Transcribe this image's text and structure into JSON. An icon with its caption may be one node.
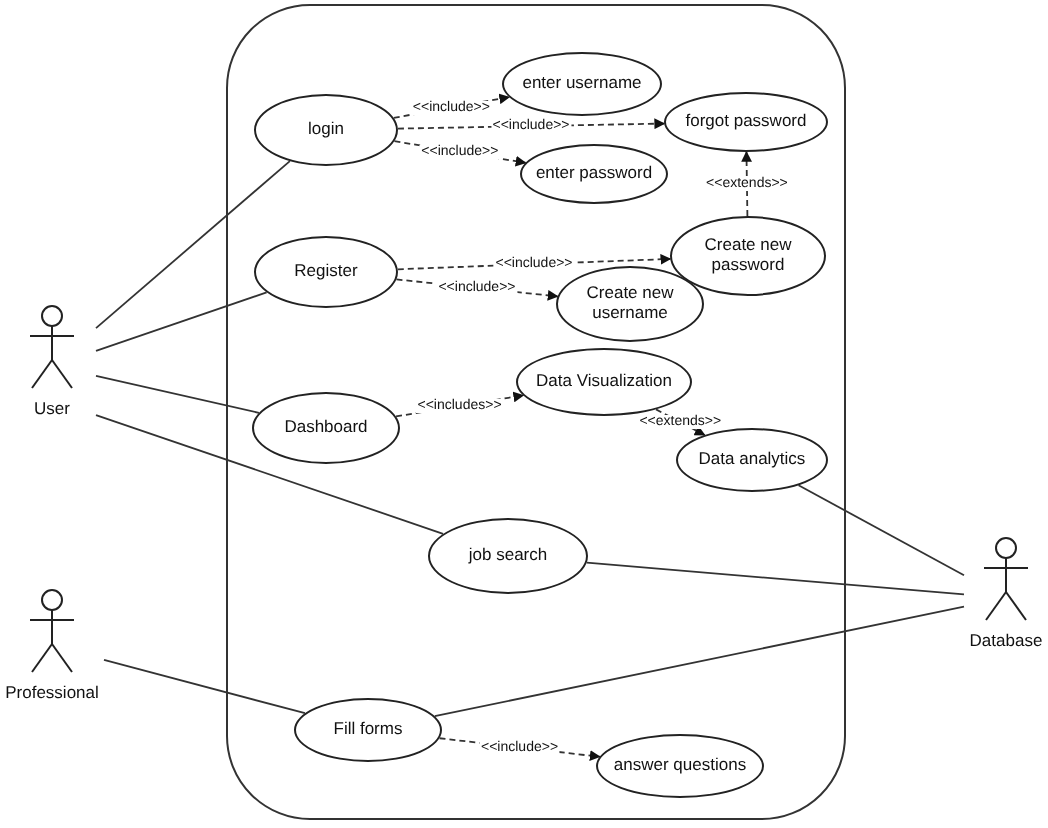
{
  "diagram": {
    "nodes": [
      {
        "text": [],
        "shape": "box"
      },
      {
        "text": [
          "login"
        ],
        "in": 0
      },
      {
        "text": [
          "enter username"
        ],
        "in": 0
      },
      {
        "text": [
          "forgot password"
        ],
        "in": 0
      },
      {
        "text": [
          "enter password"
        ],
        "in": 0
      },
      {
        "text": [
          "Register"
        ],
        "in": 0
      },
      {
        "text": [
          "Create new password"
        ],
        "in": 0
      },
      {
        "text": [
          "Create new username"
        ],
        "in": 0
      },
      {
        "text": [
          "Dashboard"
        ],
        "in": 0
      },
      {
        "text": [
          "Data Visualization"
        ],
        "in": 0
      },
      {
        "text": [
          "Data analytics"
        ],
        "in": 0
      },
      {
        "text": [
          "job search"
        ],
        "in": 0
      },
      {
        "text": [
          "Fill forms"
        ],
        "in": 0
      },
      {
        "text": [
          "answer questions"
        ],
        "in": 0
      },
      {
        "text": [
          "User"
        ]
      },
      {
        "text": [
          "Professional"
        ]
      },
      {
        "text": [
          "Database"
        ]
      }
    ],
    "edges": [
      {
        "from": 14,
        "to": 1,
        "arrow": "none"
      },
      {
        "from": 14,
        "to": 5,
        "arrow": "none"
      },
      {
        "from": 14,
        "to": 8,
        "arrow": "none"
      },
      {
        "from": 14,
        "to": 11,
        "arrow": "none"
      },
      {
        "from": 15,
        "to": 12,
        "arrow": "none"
      },
      {
        "from": 10,
        "to": 16,
        "arrow": "none"
      },
      {
        "from": 11,
        "to": 16,
        "arrow": "none"
      },
      {
        "from": 12,
        "to": 16,
        "arrow": "none"
      },
      {
        "from": 1,
        "to": 2,
        "arrow": "to",
        "style": "dashed",
        "label": "<<include>>"
      },
      {
        "from": 1,
        "to": 3,
        "arrow": "to",
        "style": "dashed",
        "label": "<<include>>"
      },
      {
        "from": 1,
        "to": 4,
        "arrow": "to",
        "style": "dashed",
        "label": "<<include>>"
      },
      {
        "from": 5,
        "to": 6,
        "arrow": "to",
        "style": "dashed",
        "label": "<<include>>"
      },
      {
        "from": 5,
        "to": 7,
        "arrow": "to",
        "style": "dashed",
        "label": "<<include>>"
      },
      {
        "from": 6,
        "to": 3,
        "arrow": "to",
        "style": "dashed",
        "label": "<<extends>>"
      },
      {
        "from": 8,
        "to": 9,
        "arrow": "to",
        "style": "dashed",
        "label": "<<includes>>"
      },
      {
        "from": 9,
        "to": 10,
        "arrow": "to",
        "style": "dashed",
        "label": "<<extends>>"
      },
      {
        "from": 12,
        "to": 13,
        "arrow": "to",
        "style": "dashed",
        "label": "<<include>>"
      }
    ]
  }
}
